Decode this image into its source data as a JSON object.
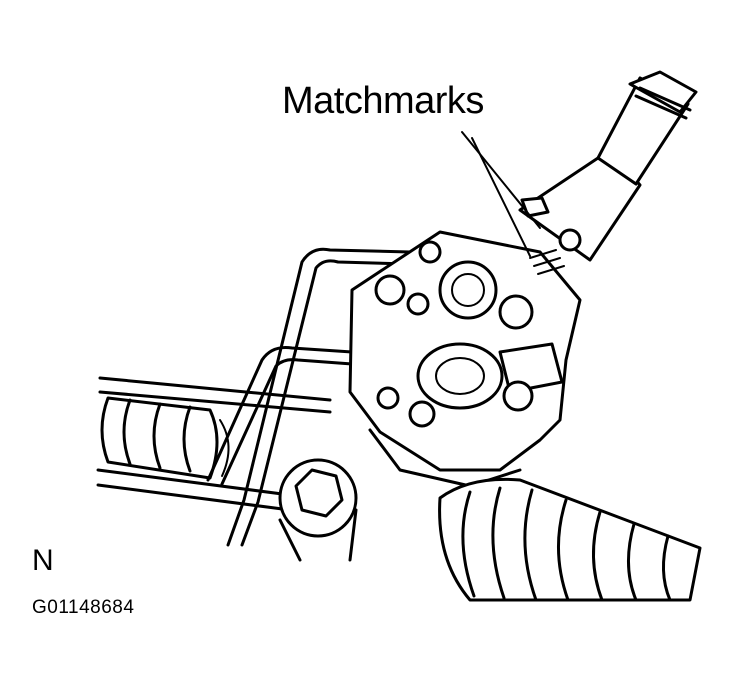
{
  "callout": {
    "label": "Matchmarks"
  },
  "view_letter": "N",
  "figure_id": "G01148684"
}
